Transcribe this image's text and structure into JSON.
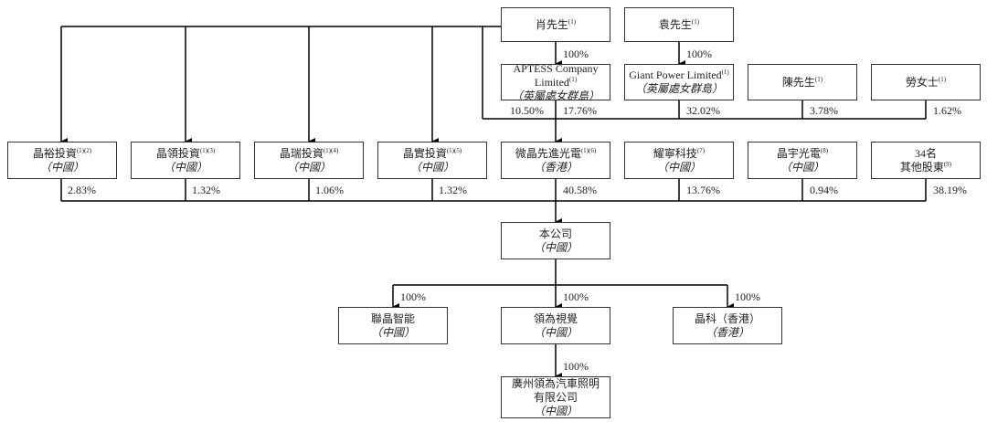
{
  "top_persons": [
    {
      "name": "肖先生",
      "note": "(1)"
    },
    {
      "name": "袁先生",
      "note": "(1)"
    }
  ],
  "holding_companies": [
    {
      "name": "APTESS Company Limited",
      "name_l2": "Limited",
      "name_l1": "APTESS Company",
      "note": "(1)",
      "sub": "（英屬處女群島）"
    },
    {
      "name": "Giant Power Limited",
      "note": "(1)",
      "sub": "（英屬處女群島）"
    }
  ],
  "individuals": [
    {
      "name": "陳先生",
      "note": "(1)"
    },
    {
      "name": "勞女士",
      "note": "(1)"
    }
  ],
  "upper_percentages": {
    "xiao_to_aptess": "100%",
    "yuan_to_giant": "100%",
    "aptess_left": "10.50%",
    "aptess_right": "17.76%",
    "giant": "32.02%",
    "chen": "3.78%",
    "lao": "1.62%"
  },
  "shareholders": [
    {
      "name": "晶裕投資",
      "note": "(1)(2)",
      "sub": "（中國）",
      "pct": "2.83%"
    },
    {
      "name": "晶領投資",
      "note": "(1)(3)",
      "sub": "（中國）",
      "pct": "1.32%"
    },
    {
      "name": "晶瑞投資",
      "note": "(1)(4)",
      "sub": "（中國）",
      "pct": "1.06%"
    },
    {
      "name": "晶實投資",
      "note": "(1)(5)",
      "sub": "（中國）",
      "pct": "1.32%"
    },
    {
      "name": "微晶先進光電",
      "note": "(1)(6)",
      "sub": "（香港）",
      "pct": "40.58%"
    },
    {
      "name": "耀寧科技",
      "note": "(7)",
      "sub": "（中國）",
      "pct": "13.76%"
    },
    {
      "name": "晶宇光電",
      "note": "(8)",
      "sub": "（中國）",
      "pct": "0.94%"
    },
    {
      "name": "34名",
      "name_l2": "其他股東",
      "note": "(9)",
      "sub": "",
      "pct": "38.19%"
    }
  ],
  "company": {
    "name": "本公司",
    "sub": "（中國）"
  },
  "subsidiaries": [
    {
      "name": "聯晶智能",
      "sub": "（中國）",
      "pct": "100%"
    },
    {
      "name": "領為視覺",
      "sub": "（中國）",
      "pct": "100%"
    },
    {
      "name": "晶科（香港）",
      "sub": "（香港）",
      "pct": "100%"
    }
  ],
  "grandchild": {
    "name_l1": "廣州領為汽車照明",
    "name_l2": "有限公司",
    "sub": "（中國）",
    "pct": "100%"
  }
}
